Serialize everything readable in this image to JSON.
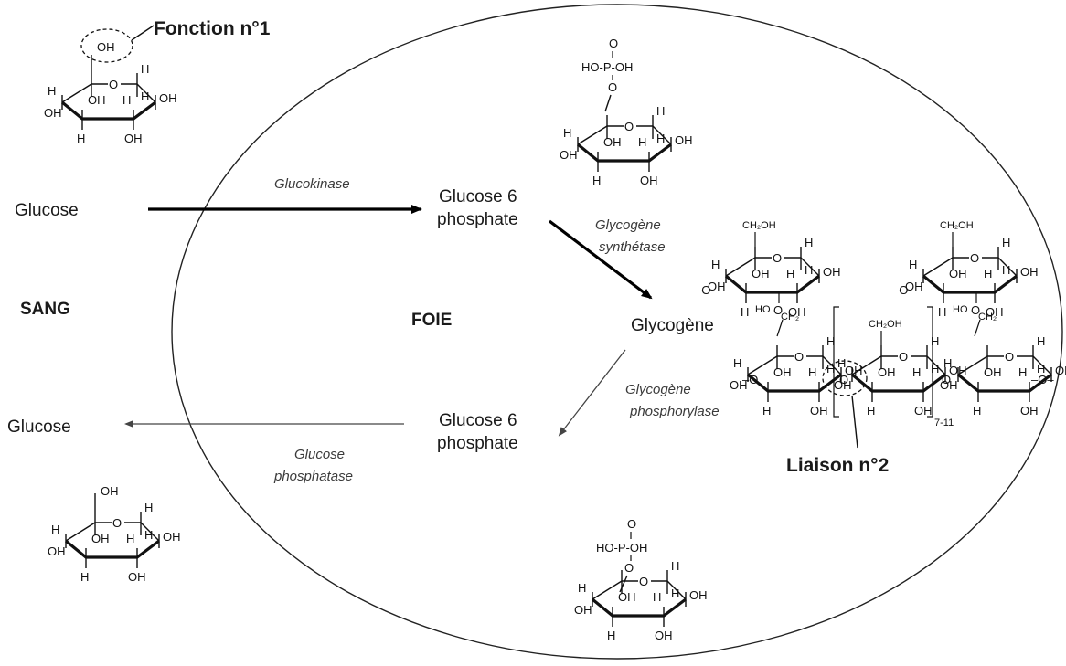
{
  "regions": {
    "blood": "SANG",
    "liver": "FOIE"
  },
  "nodes": {
    "glucose_in": "Glucose",
    "g6p_top": [
      "Glucose 6",
      "phosphate"
    ],
    "glycogen": "Glycogène",
    "g6p_bottom": [
      "Glucose 6",
      "phosphate"
    ],
    "glucose_out": "Glucose"
  },
  "enzymes": {
    "glucokinase": "Glucokinase",
    "glycogen_synthase": [
      "Glycogène",
      "synthétase"
    ],
    "glycogen_phosphorylase": [
      "Glycogène",
      "phosphorylase"
    ],
    "glucose_phosphatase": [
      "Glucose",
      "phosphatase"
    ]
  },
  "annotations": {
    "function_1": "Fonction n°1",
    "bond_2": "Liaison n°2"
  },
  "chem": {
    "oh": "OH",
    "h": "H",
    "o": "O",
    "p": "P",
    "ho_p_oh": "HO-P-OH",
    "ch2oh": "CH₂OH",
    "ch2": "CH₂",
    "ho": "HO",
    "repeat": "7-11"
  },
  "colors": {
    "line": "#111111",
    "arrow": "#000000",
    "thin_arrow": "#444444",
    "text": "#1a1a1a",
    "enzyme_text": "#3a3a3a"
  }
}
